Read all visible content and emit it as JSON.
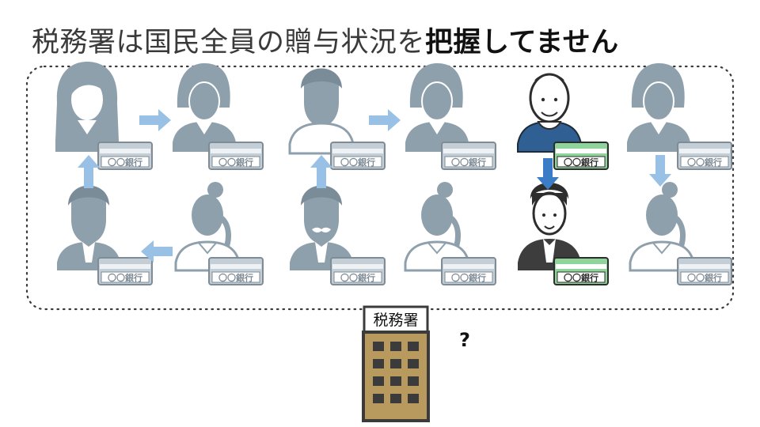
{
  "title": {
    "plain": "税務署は国民全員の贈与状況を",
    "bold": "把握してません"
  },
  "card_label": "〇〇銀行",
  "tax_office": {
    "sign": "税務署",
    "question": "?"
  },
  "colors": {
    "grey_person": "#8fa0ad",
    "grey_card": "#c3ced6",
    "grey_card_border": "#7f8c96",
    "light_arrow": "#99c1e6",
    "dark_arrow": "#3a7cc6",
    "active_person_dark": "#2d2d2d",
    "active_shirt_blue": "#2f5f93",
    "active_card": "#8fd49a",
    "building": "#b89a5e",
    "building_frame": "#3b3b3b"
  },
  "persons": [
    {
      "id": "woman-long-hair",
      "style": "grey",
      "has_card": true
    },
    {
      "id": "woman-short-hair-1",
      "style": "grey",
      "has_card": true
    },
    {
      "id": "man-casual",
      "style": "grey",
      "has_card": true
    },
    {
      "id": "woman-short-hair-2",
      "style": "grey",
      "has_card": true
    },
    {
      "id": "bald-old-man",
      "style": "active",
      "has_card": true
    },
    {
      "id": "woman-short-hair-3",
      "style": "grey",
      "has_card": true
    },
    {
      "id": "businessman",
      "style": "grey",
      "has_card": true
    },
    {
      "id": "woman-ponytail-1",
      "style": "grey",
      "has_card": true
    },
    {
      "id": "mustache-man",
      "style": "grey",
      "has_card": true
    },
    {
      "id": "woman-ponytail-2",
      "style": "grey",
      "has_card": true
    },
    {
      "id": "young-man-suit",
      "style": "active",
      "has_card": true
    },
    {
      "id": "woman-ponytail-3",
      "style": "grey",
      "has_card": true
    }
  ]
}
